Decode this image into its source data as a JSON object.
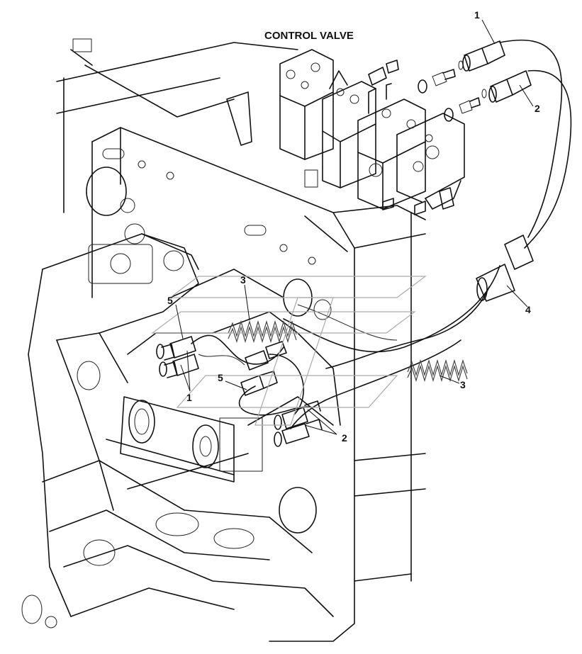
{
  "title": "CONTROL VALVE",
  "callouts": [
    {
      "id": "c1-top",
      "text": "1"
    },
    {
      "id": "c2-top",
      "text": "2"
    },
    {
      "id": "c3-top",
      "text": "3"
    },
    {
      "id": "c4",
      "text": "4"
    },
    {
      "id": "c5-left",
      "text": "5"
    },
    {
      "id": "c1-left",
      "text": "1"
    },
    {
      "id": "c5-mid",
      "text": "5"
    },
    {
      "id": "c3-right",
      "text": "3"
    },
    {
      "id": "c2-bottom",
      "text": "2"
    }
  ]
}
